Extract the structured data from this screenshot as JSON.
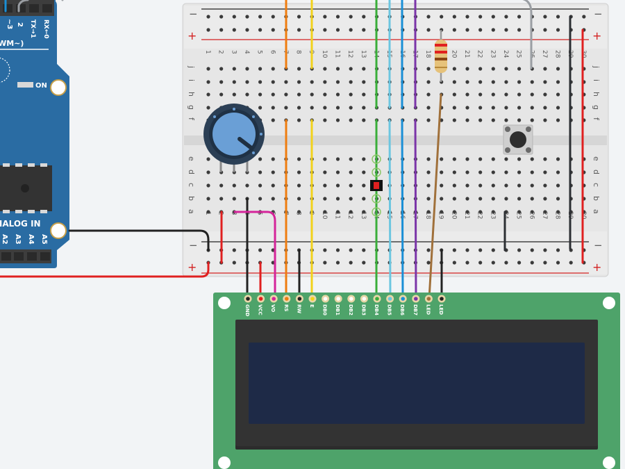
{
  "app": {
    "title": "Arduino LCD circuit — breadboard view"
  },
  "colors": {
    "background": "#f2f4f6",
    "arduino_board": "#2a6ca3",
    "breadboard": "#e6e6e6",
    "lcd_pcb": "#4ea36a",
    "lcd_bezel": "#333333",
    "lcd_screen": "#1e2a47",
    "pot_knob": "#6a9fd6",
    "pot_ring": "#2b3f55"
  },
  "arduino": {
    "digital_pins_visible": [
      "~3",
      "2",
      "TX→1",
      "RX←0"
    ],
    "pwm_label": "(PWM~)",
    "on_label": "ON",
    "analog_header_label": "ANALOG IN",
    "analog_pins_visible": [
      "A2",
      "A3",
      "A4",
      "A5"
    ]
  },
  "breadboard": {
    "rail_minus": "−",
    "rail_plus": "+",
    "columns": [
      "1",
      "2",
      "3",
      "4",
      "5",
      "6",
      "7",
      "8",
      "9",
      "10",
      "11",
      "12",
      "13",
      "14",
      "15",
      "16",
      "17",
      "18",
      "19",
      "20",
      "21",
      "22",
      "23",
      "24",
      "25",
      "26",
      "27",
      "28",
      "29",
      "30"
    ],
    "rows_top": [
      "j",
      "i",
      "h",
      "g",
      "f"
    ],
    "rows_bottom": [
      "e",
      "d",
      "c",
      "b",
      "a"
    ]
  },
  "components": {
    "potentiometer": {
      "name": "potentiometer",
      "position": "columns 2–4, rows e–g"
    },
    "resistor": {
      "name": "resistor",
      "bands": [
        "#e02020",
        "#e02020",
        "#8b4513",
        "#c8a04a"
      ]
    },
    "pushbutton": {
      "name": "pushbutton",
      "position": "columns 24–26"
    },
    "led_indicator": {
      "name": "small red component at column 14, row c"
    }
  },
  "lcd": {
    "pins": [
      "GND",
      "VCC",
      "VO",
      "RS",
      "RW",
      "E",
      "DB0",
      "DB1",
      "DB2",
      "DB3",
      "DB4",
      "DB5",
      "DB6",
      "DB7",
      "LED",
      "LED"
    ],
    "pin_colors": [
      "#222222",
      "#e02020",
      "#d4249a",
      "#ef7d10",
      "#222222",
      "#f2d21b",
      "#ffffff",
      "#ffffff",
      "#ffffff",
      "#ffffff",
      "#3aae3a",
      "#6cc6e0",
      "#1a8fd6",
      "#7b35a8",
      "#a0703a",
      "#222222"
    ],
    "screen_text": ""
  },
  "wires": [
    {
      "name": "wire-gnd-lcd",
      "color": "#222222"
    },
    {
      "name": "wire-vcc-lcd",
      "color": "#e02020"
    },
    {
      "name": "wire-vo-pot",
      "color": "#d4249a"
    },
    {
      "name": "wire-rs",
      "color": "#ef7d10"
    },
    {
      "name": "wire-rw-gnd",
      "color": "#222222"
    },
    {
      "name": "wire-e",
      "color": "#f2d21b"
    },
    {
      "name": "wire-db4",
      "color": "#3aae3a"
    },
    {
      "name": "wire-db5",
      "color": "#6cc6e0"
    },
    {
      "name": "wire-db6",
      "color": "#1a8fd6"
    },
    {
      "name": "wire-db7",
      "color": "#7b35a8"
    },
    {
      "name": "wire-led-anode",
      "color": "#a0703a"
    },
    {
      "name": "wire-led-cathode",
      "color": "#222222"
    },
    {
      "name": "wire-button",
      "color": "#9a9ea3"
    },
    {
      "name": "wire-rail-gnd",
      "color": "#2c2f33"
    },
    {
      "name": "wire-rail-5v",
      "color": "#e02020"
    },
    {
      "name": "wire-arduino-gnd",
      "color": "#222222"
    },
    {
      "name": "wire-arduino-5v",
      "color": "#e02020"
    }
  ]
}
